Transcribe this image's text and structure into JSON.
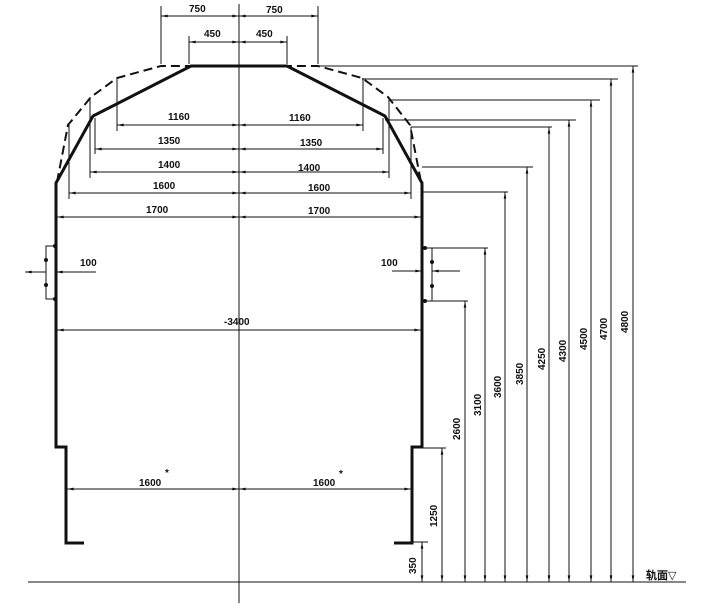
{
  "diagram": {
    "top_widths": {
      "outer_left": "750",
      "outer_right": "750",
      "inner_left": "450",
      "inner_right": "450"
    },
    "half_widths": [
      {
        "left": "1160",
        "right": "1160"
      },
      {
        "left": "1350",
        "right": "1350"
      },
      {
        "left": "1400",
        "right": "1400"
      },
      {
        "left": "1600",
        "right": "1600"
      },
      {
        "left": "1700",
        "right": "1700"
      }
    ],
    "full_width": "-3400",
    "side_offset_left": "100",
    "side_offset_right": "100",
    "bottom_width": {
      "left": "1600",
      "right": "1600",
      "mark": "*"
    },
    "heights": [
      "350",
      "1250",
      "2600",
      "3100",
      "3600",
      "3850",
      "4250",
      "4300",
      "4500",
      "4700",
      "4800"
    ],
    "rail_label": "轨面▽"
  }
}
